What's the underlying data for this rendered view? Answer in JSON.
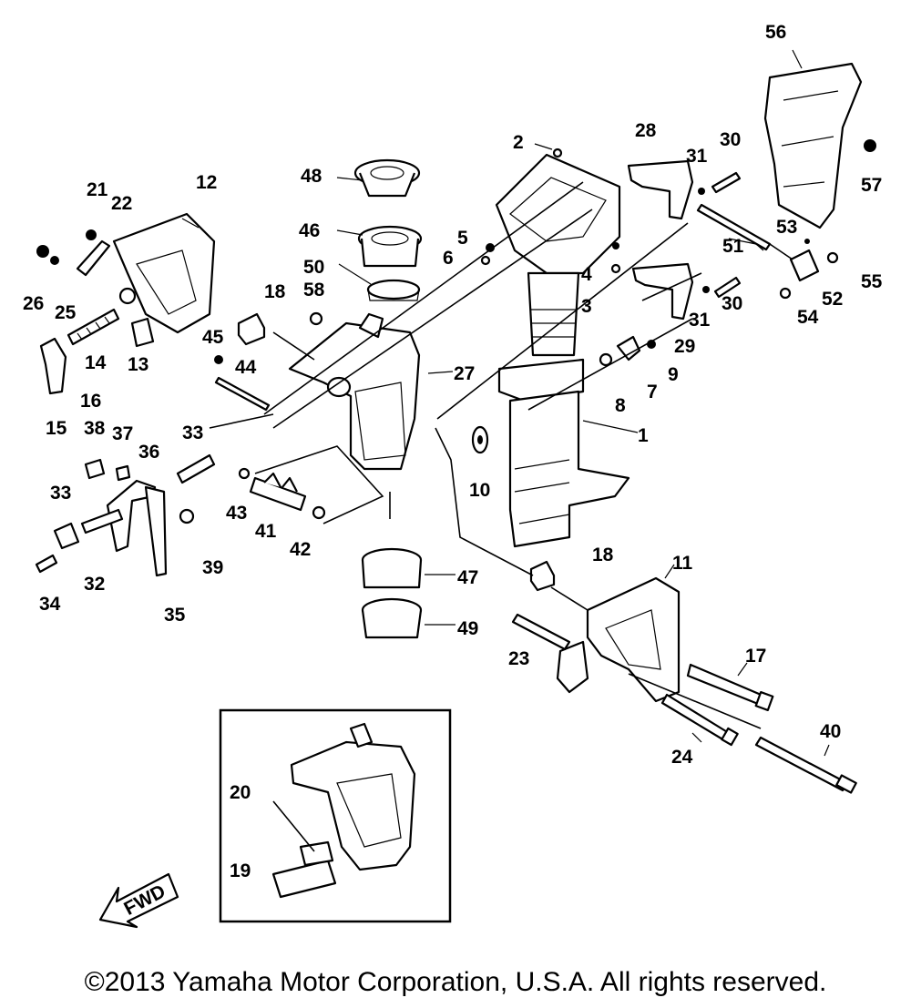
{
  "labels": {
    "p1": "1",
    "p2": "2",
    "p3": "3",
    "p4": "4",
    "p5": "5",
    "p6": "6",
    "p7": "7",
    "p8": "8",
    "p9": "9",
    "p10": "10",
    "p11": "11",
    "p12": "12",
    "p13": "13",
    "p14": "14",
    "p15": "15",
    "p16": "16",
    "p17": "17",
    "p18a": "18",
    "p18b": "18",
    "p19": "19",
    "p20": "20",
    "p21": "21",
    "p22": "22",
    "p23": "23",
    "p24": "24",
    "p25": "25",
    "p26": "26",
    "p27": "27",
    "p28": "28",
    "p29": "29",
    "p30a": "30",
    "p30b": "30",
    "p31a": "31",
    "p31b": "31",
    "p32": "32",
    "p33a": "33",
    "p33b": "33",
    "p34": "34",
    "p35": "35",
    "p36": "36",
    "p37": "37",
    "p38": "38",
    "p39": "39",
    "p40": "40",
    "p41": "41",
    "p42": "42",
    "p43": "43",
    "p44": "44",
    "p45": "45",
    "p46": "46",
    "p47": "47",
    "p48": "48",
    "p49": "49",
    "p50": "50",
    "p51": "51",
    "p52": "52",
    "p53": "53",
    "p54": "54",
    "p55": "55",
    "p56": "56",
    "p57": "57",
    "p58": "58"
  },
  "fwd_label": "FWD",
  "copyright": "©2013 Yamaha Motor Corporation, U.S.A. All rights reserved."
}
